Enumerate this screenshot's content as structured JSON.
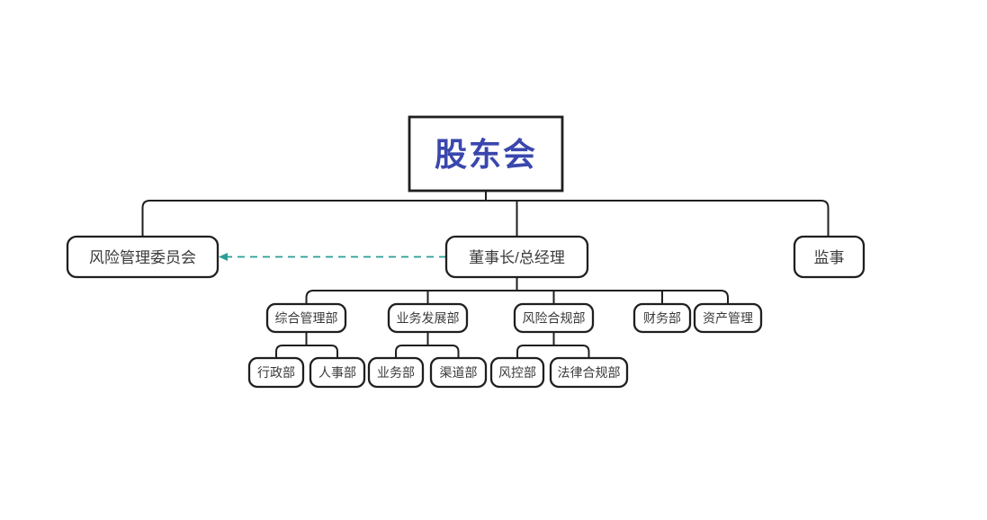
{
  "colors": {
    "background": "#ffffff",
    "line": "#1f1f1f",
    "node_border": "#1f1f1f",
    "node_text": "#3a3a3a",
    "root_text": "#3a47ad",
    "dashed_arrow": "#2a9d96"
  },
  "org": {
    "root": {
      "label": "股东会"
    },
    "level2": [
      {
        "id": "risk-management-committee",
        "label": "风险管理委员会"
      },
      {
        "id": "chairman-general-manager",
        "label": "董事长/总经理"
      },
      {
        "id": "supervisor",
        "label": "监事"
      }
    ],
    "level3": [
      {
        "id": "general-management-dept",
        "label": "综合管理部"
      },
      {
        "id": "business-development-dept",
        "label": "业务发展部"
      },
      {
        "id": "risk-compliance-dept",
        "label": "风险合规部"
      },
      {
        "id": "finance-dept",
        "label": "财务部"
      },
      {
        "id": "asset-management",
        "label": "资产管理"
      }
    ],
    "level4": [
      {
        "id": "administration-dept",
        "label": "行政部"
      },
      {
        "id": "hr-dept",
        "label": "人事部"
      },
      {
        "id": "business-dept",
        "label": "业务部"
      },
      {
        "id": "channel-dept",
        "label": "渠道部"
      },
      {
        "id": "risk-control-dept",
        "label": "风控部"
      },
      {
        "id": "legal-compliance-dept",
        "label": "法律合规部"
      }
    ],
    "dashed_link": {
      "from": "董事长/总经理",
      "to": "风险管理委员会"
    }
  }
}
